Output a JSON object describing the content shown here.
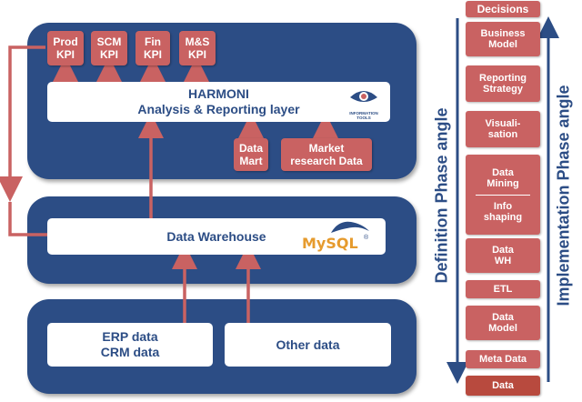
{
  "kpis": [
    {
      "line1": "Prod",
      "line2": "KPI"
    },
    {
      "line1": "SCM",
      "line2": "KPI"
    },
    {
      "line1": "Fin",
      "line2": "KPI"
    },
    {
      "line1": "M&S",
      "line2": "KPI"
    }
  ],
  "harmoni": {
    "title": "HARMONI",
    "subtitle": "Analysis & Reporting layer",
    "logo_caption": "INFORMATION TOOLS"
  },
  "data_mart": {
    "line1": "Data",
    "line2": "Mart"
  },
  "market_research": {
    "line1": "Market",
    "line2": "research Data"
  },
  "warehouse": {
    "title": "Data Warehouse",
    "logo_text": "MySQL",
    "logo_suffix": "®"
  },
  "erp": {
    "line1": "ERP data",
    "line2": "CRM data"
  },
  "other": {
    "label": "Other data"
  },
  "side": {
    "decisions": "Decisions",
    "business_model": {
      "line1": "Business",
      "line2": "Model"
    },
    "reporting_strategy": {
      "line1": "Reporting",
      "line2": "Strategy"
    },
    "visualisation": {
      "line1": "Visuali-",
      "line2": "sation"
    },
    "data_mining": {
      "line1": "Data",
      "line2": "Mining"
    },
    "info_shaping": {
      "line1": "Info",
      "line2": "shaping"
    },
    "data_wh": {
      "line1": "Data",
      "line2": "WH"
    },
    "etl": "ETL",
    "data_model": {
      "line1": "Data",
      "line2": "Model"
    },
    "meta_data": "Meta Data",
    "data": "Data"
  },
  "labels": {
    "definition": "Definition Phase angle",
    "implementation": "Implementation Phase angle"
  },
  "colors": {
    "navy": "#2c4d85",
    "red": "#c96262",
    "white": "#ffffff"
  }
}
